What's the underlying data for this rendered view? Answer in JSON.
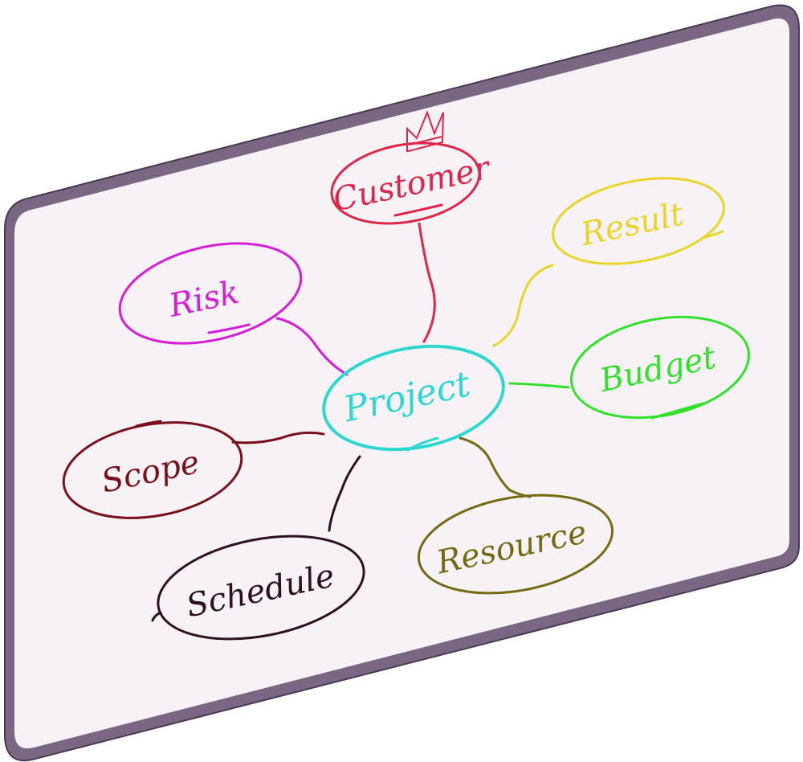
{
  "board": {
    "frame_color": "#7a6783",
    "frame_edge_color": "#4a3a52",
    "surface_color": "#f6f2f5"
  },
  "center": {
    "label": "Project",
    "color": "#2ed8d0"
  },
  "nodes": [
    {
      "id": "customer",
      "label": "Customer",
      "color": "#e0254a"
    },
    {
      "id": "result",
      "label": "Result",
      "color": "#e8d52a"
    },
    {
      "id": "budget",
      "label": "Budget",
      "color": "#33e02c"
    },
    {
      "id": "resource",
      "label": "Resource",
      "color": "#776a14"
    },
    {
      "id": "schedule",
      "label": "Schedule",
      "color": "#2e1020"
    },
    {
      "id": "scope",
      "label": "Scope",
      "color": "#7a101c"
    },
    {
      "id": "risk",
      "label": "Risk",
      "color": "#d51ed8"
    }
  ],
  "decorations": [
    {
      "name": "crown-icon",
      "color": "#e0254a"
    }
  ]
}
